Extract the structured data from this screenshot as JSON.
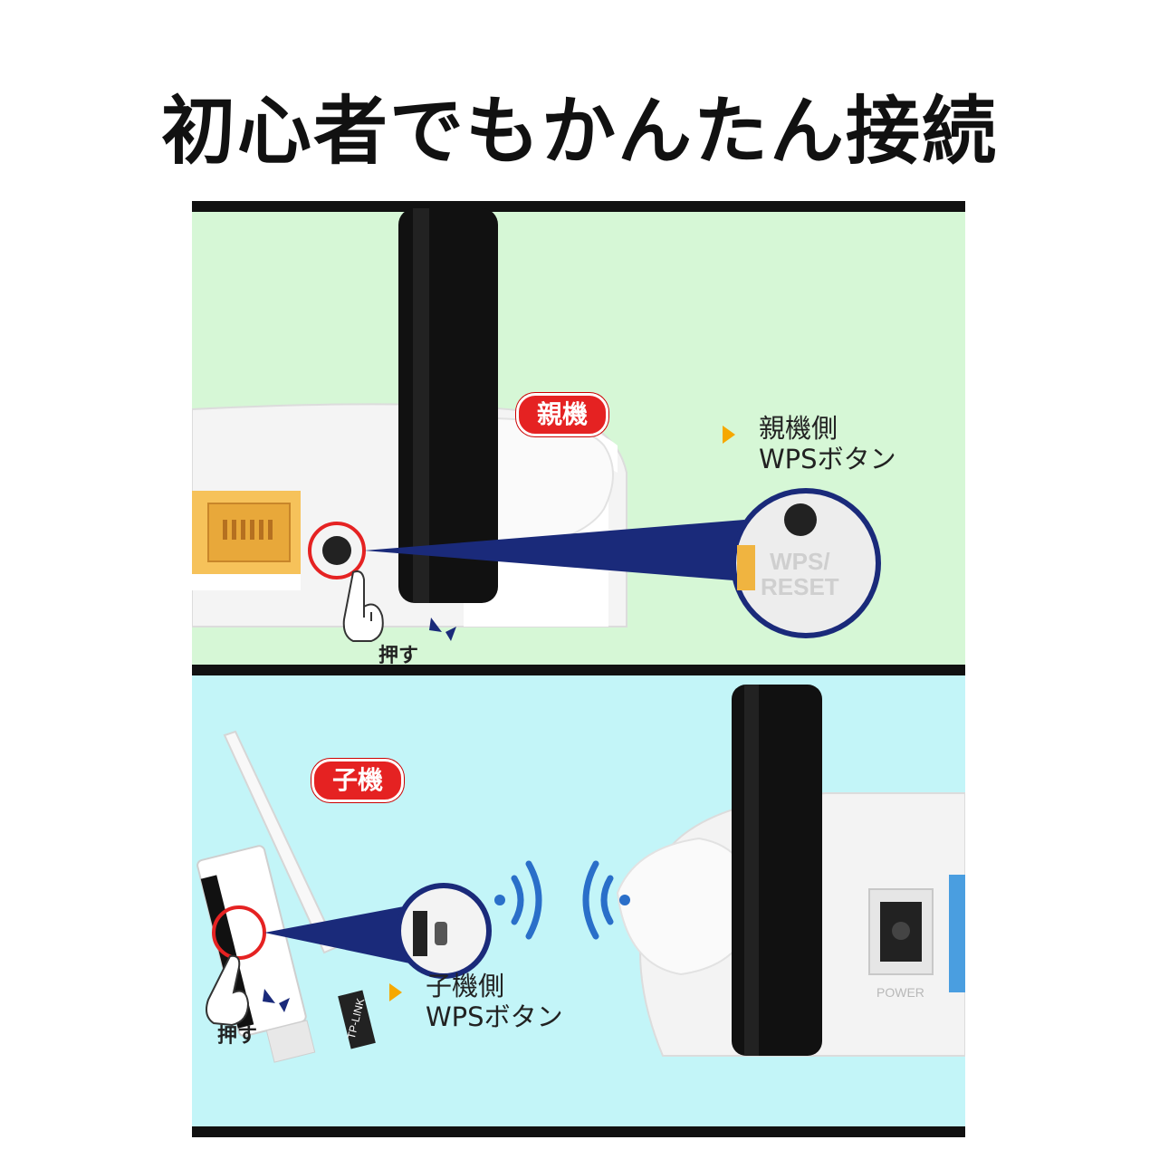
{
  "headline": "初心者でもかんたん接続",
  "top_panel": {
    "badge": "親機",
    "callout_line1": "親機側",
    "callout_line2": "WPSボタン",
    "press_label": "押す",
    "zoom_button_label_line1": "WPS/",
    "zoom_button_label_line2": "RESET",
    "colors": {
      "background": "#d6f7d6",
      "badge": "#e52222",
      "arrow": "#f6a800",
      "beam": "#1a2a7a"
    }
  },
  "bottom_panel": {
    "badge": "子機",
    "callout_line1": "子機側",
    "callout_line2": "WPSボタン",
    "press_label": "押す",
    "port_label": "POWER",
    "adapter_brand": "TP-LINK",
    "colors": {
      "background": "#c3f5f8",
      "badge": "#e52222",
      "arrow": "#f6a800",
      "signal": "#2a6fc9"
    }
  },
  "icons": [
    "hand-pointer-icon",
    "wifi-signal-icon",
    "chevron-right-icon"
  ]
}
